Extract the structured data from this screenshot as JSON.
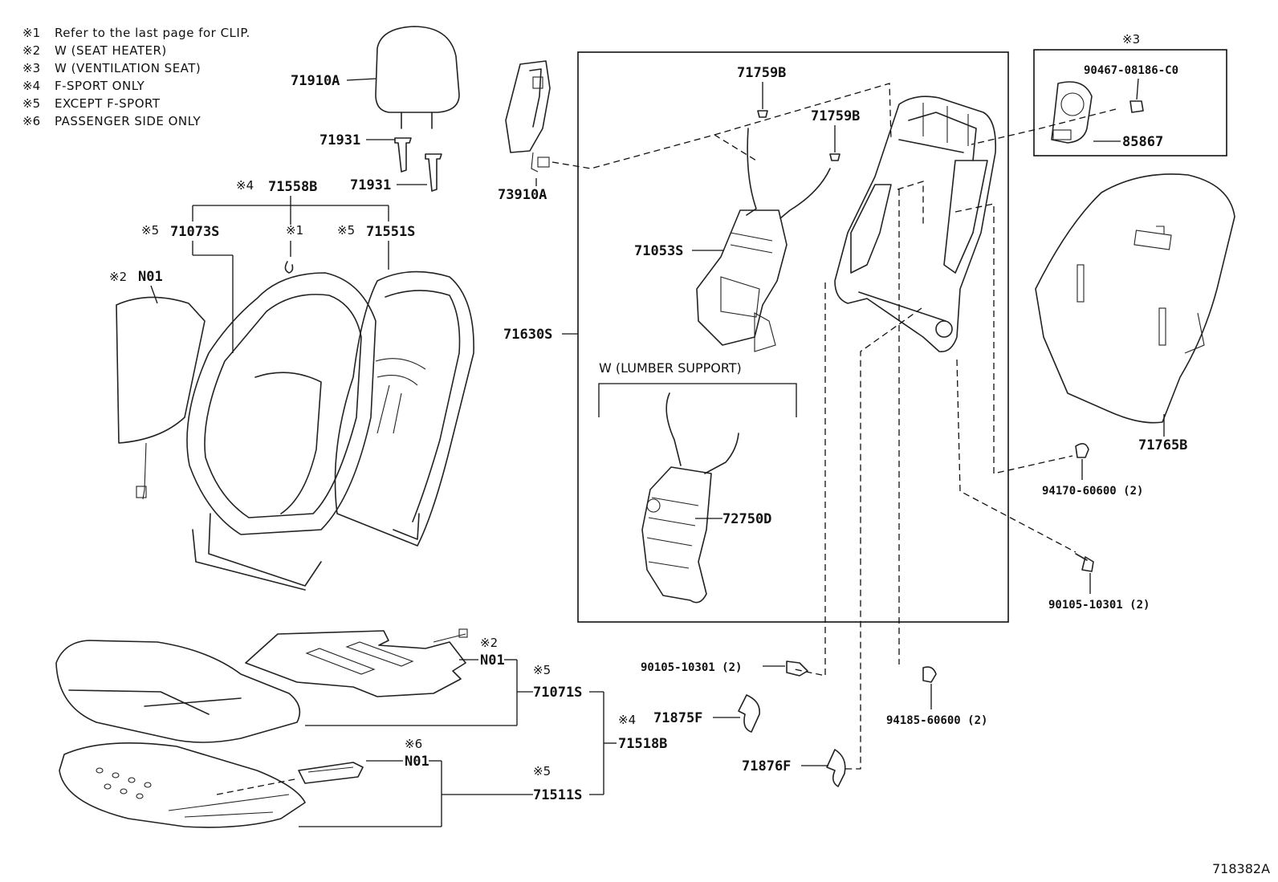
{
  "notes": [
    {
      "mark": "※1",
      "text": "Refer to the last page for CLIP."
    },
    {
      "mark": "※2",
      "text": "W (SEAT  HEATER)"
    },
    {
      "mark": "※3",
      "text": "W (VENTILATION  SEAT)"
    },
    {
      "mark": "※4",
      "text": "F-SPORT  ONLY"
    },
    {
      "mark": "※5",
      "text": "EXCEPT  F-SPORT"
    },
    {
      "mark": "※6",
      "text": "PASSENGER  SIDE  ONLY"
    }
  ],
  "parts": {
    "headrest": "71910A",
    "headrest_support_1": "71931",
    "headrest_support_2": "71931",
    "back_cover_assy": "71558B",
    "back_cover": "71073S",
    "back_cover_alt": "71551S",
    "heater_back": "N01",
    "clip_mark": "※1",
    "side_airbag": "73910A",
    "back_frame_assy": "71630S",
    "wire_1": "71759B",
    "wire_2": "71759B",
    "back_spring": "71053S",
    "lumbar_title": "W (LUMBER  SUPPORT)",
    "lumbar_assy": "72750D",
    "vent_bolt": "90467-08186-C0",
    "vent_fan": "85867",
    "back_pad": "71765B",
    "nut_back_1": "94170-60600 (2)",
    "bolt_back": "90105-10301 (2)",
    "bolt_frame": "90105-10301 (2)",
    "nut_frame": "94185-60600 (2)",
    "shield_1": "71875F",
    "shield_2": "71876F",
    "heater_cushion": "N01",
    "cushion_cover": "71071S",
    "cushion_cover_assy": "71518B",
    "heater_cushion_2": "N01",
    "cushion_pad": "71511S"
  },
  "marks": {
    "m4_top": "※4",
    "m5_a": "※5",
    "m5_b": "※5",
    "m2_back": "※2",
    "m3_box": "※3",
    "m2_cushion": "※2",
    "m5_cushion": "※5",
    "m4_cushion": "※4",
    "m6_cushion": "※6",
    "m5_cushion2": "※5"
  },
  "diagram_ref": "718382A"
}
